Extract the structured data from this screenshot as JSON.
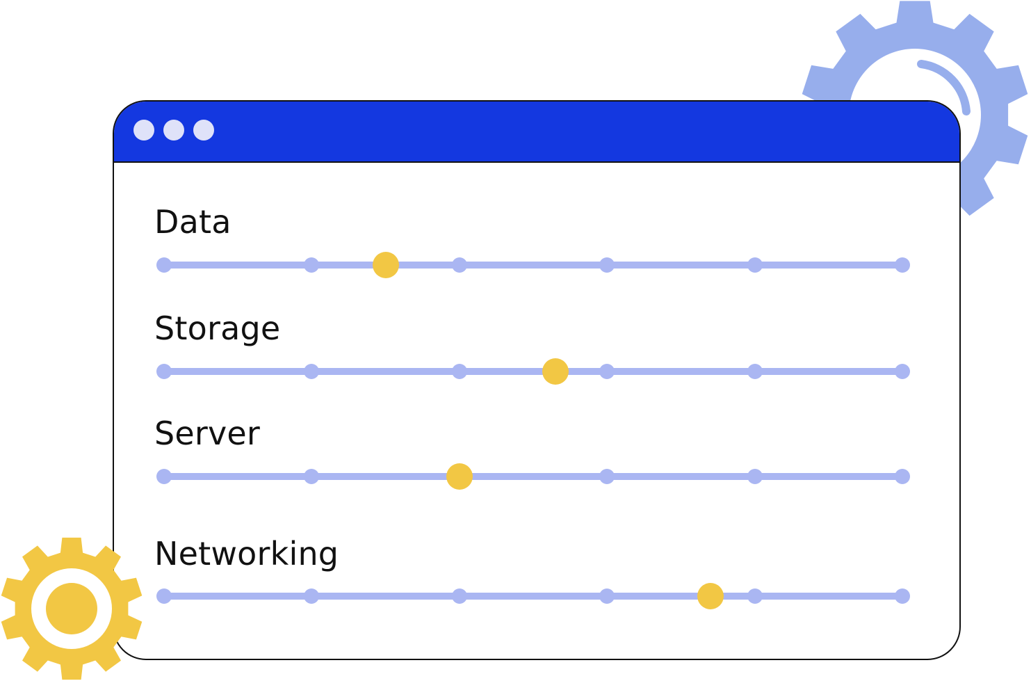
{
  "colors": {
    "titlebar": "#1438e0",
    "window_dots": "#dfe2f9",
    "slider_track": "#aab6f2",
    "slider_thumb": "#f2c744",
    "gear_blue": "#97aeec",
    "gear_yellow": "#f2c744"
  },
  "decorations": {
    "top_right_gear_icon": "gear-icon",
    "bottom_left_gear_icon": "gear-icon"
  },
  "window": {
    "controls": [
      "window-dot",
      "window-dot",
      "window-dot"
    ]
  },
  "sliders": [
    {
      "label": "Data",
      "stops": 6,
      "value_fraction": 0.3
    },
    {
      "label": "Storage",
      "stops": 6,
      "value_fraction": 0.53
    },
    {
      "label": "Server",
      "stops": 6,
      "value_fraction": 0.4
    },
    {
      "label": "Networking",
      "stops": 6,
      "value_fraction": 0.74
    }
  ]
}
